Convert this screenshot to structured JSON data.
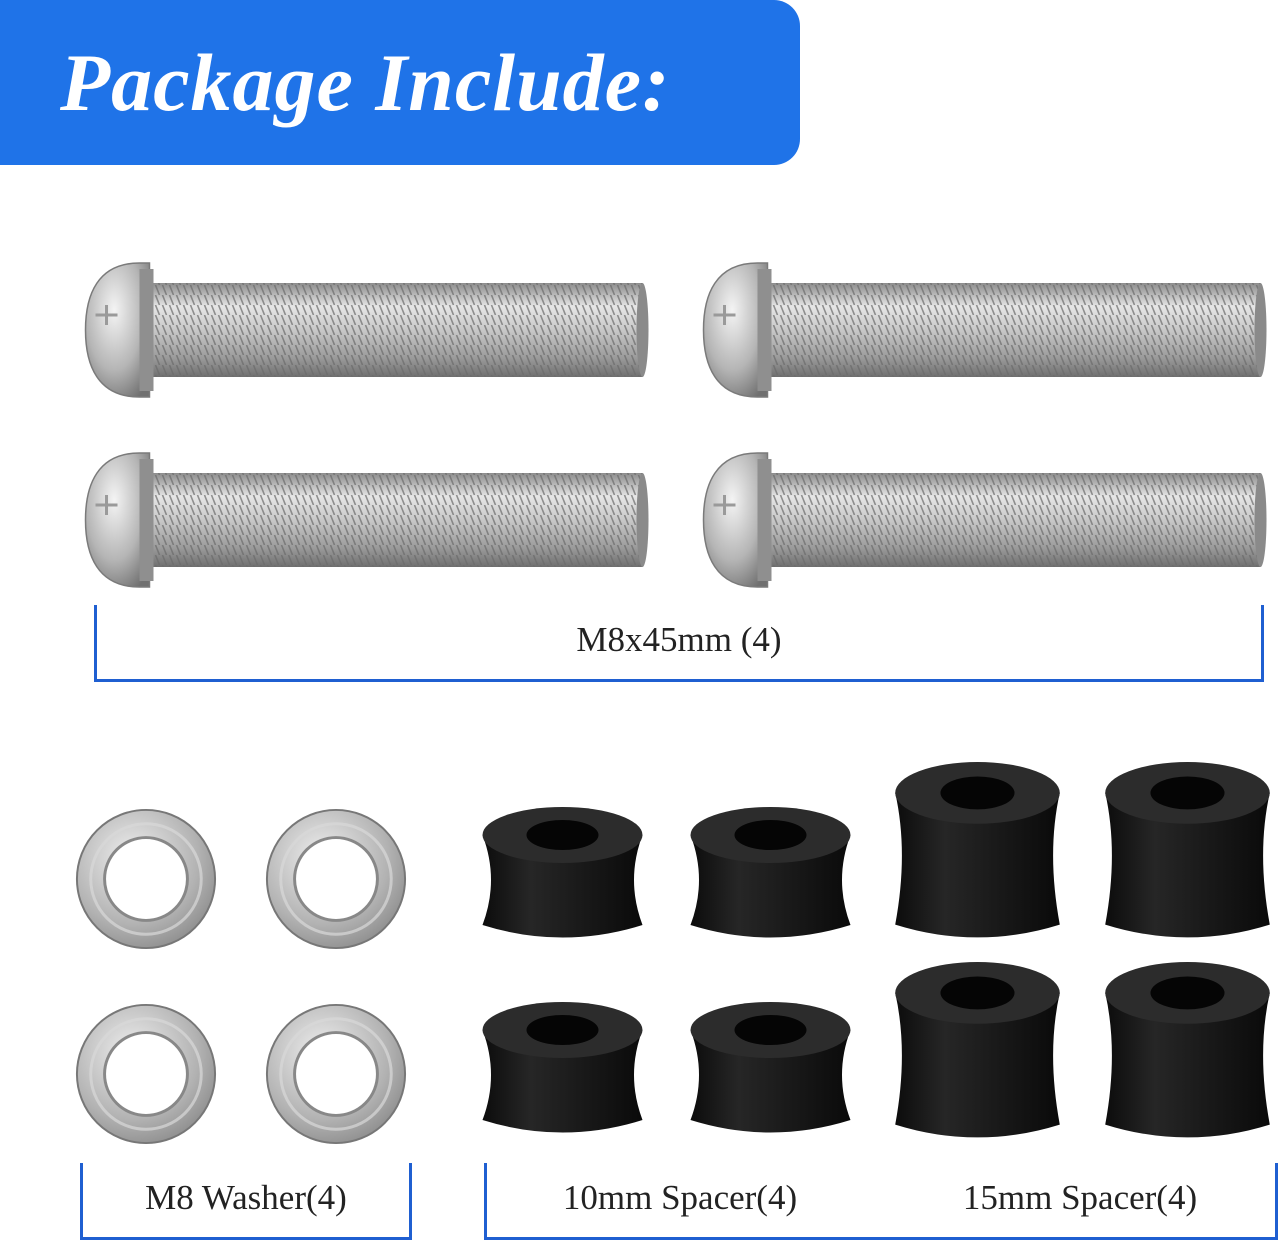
{
  "header": {
    "title": "Package Include:"
  },
  "labels": {
    "bolts": "M8x45mm (4)",
    "washers": "M8 Washer(4)",
    "spacers_10mm": "10mm Spacer(4)",
    "spacers_15mm": "15mm Spacer(4)"
  },
  "colors": {
    "banner": "#1f73e8",
    "bracket": "#1f5fd1",
    "steel": "#b9b9b9",
    "rubber": "#1a1a1a"
  }
}
